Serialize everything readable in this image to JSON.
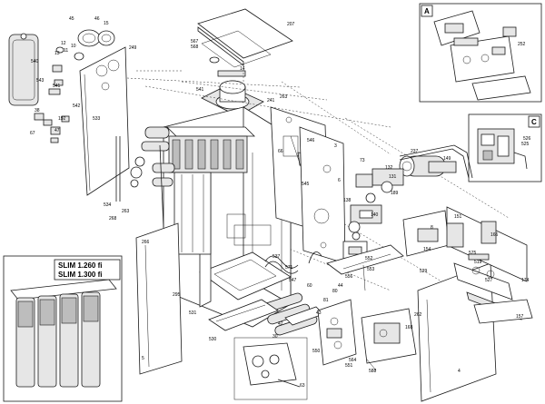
{
  "inset": {
    "title_line1": "SLIM 1.260 fi",
    "title_line2": "SLIM 1.300 fi"
  },
  "detail_boxes": [
    {
      "letter": "A"
    },
    {
      "letter": "C"
    }
  ],
  "labels": [
    {
      "key": "l_45",
      "text": "45"
    },
    {
      "key": "l_46",
      "text": "46"
    },
    {
      "key": "l_15",
      "text": "15"
    },
    {
      "key": "l_12",
      "text": "12"
    },
    {
      "key": "l_13",
      "text": "13"
    },
    {
      "key": "l_11",
      "text": "11"
    },
    {
      "key": "l_10",
      "text": "10"
    },
    {
      "key": "l_249",
      "text": "249"
    },
    {
      "key": "l_540",
      "text": "540"
    },
    {
      "key": "l_543",
      "text": "543"
    },
    {
      "key": "l_542",
      "text": "542"
    },
    {
      "key": "l_541a",
      "text": "541"
    },
    {
      "key": "l_533",
      "text": "533"
    },
    {
      "key": "l_38a",
      "text": "38"
    },
    {
      "key": "l_67",
      "text": "67"
    },
    {
      "key": "l_192",
      "text": "192"
    },
    {
      "key": "l_47",
      "text": "47"
    },
    {
      "key": "l_534",
      "text": "534"
    },
    {
      "key": "l_207",
      "text": "207"
    },
    {
      "key": "l_567",
      "text": "567"
    },
    {
      "key": "l_568",
      "text": "568"
    },
    {
      "key": "l_14",
      "text": "14"
    },
    {
      "key": "l_541b",
      "text": "541"
    },
    {
      "key": "l_241",
      "text": "241"
    },
    {
      "key": "l_263a",
      "text": "263"
    },
    {
      "key": "l_3",
      "text": "3"
    },
    {
      "key": "l_149",
      "text": "149"
    },
    {
      "key": "l_546",
      "text": "546"
    },
    {
      "key": "l_547",
      "text": "547"
    },
    {
      "key": "l_571",
      "text": "571"
    },
    {
      "key": "l_537",
      "text": "537"
    },
    {
      "key": "l_263b",
      "text": "263"
    },
    {
      "key": "l_268",
      "text": "268"
    },
    {
      "key": "l_266",
      "text": "266"
    },
    {
      "key": "l_295",
      "text": "295"
    },
    {
      "key": "l_531",
      "text": "531"
    },
    {
      "key": "l_530",
      "text": "530"
    },
    {
      "key": "l_5",
      "text": "5"
    },
    {
      "key": "l_30",
      "text": "30"
    },
    {
      "key": "l_42",
      "text": "42"
    },
    {
      "key": "l_43",
      "text": "43"
    },
    {
      "key": "l_552",
      "text": "552"
    },
    {
      "key": "l_553",
      "text": "553"
    },
    {
      "key": "l_550",
      "text": "550"
    },
    {
      "key": "l_551",
      "text": "551"
    },
    {
      "key": "l_588",
      "text": "588"
    },
    {
      "key": "l_4",
      "text": "4"
    },
    {
      "key": "l_157",
      "text": "157"
    },
    {
      "key": "l_174",
      "text": "174"
    },
    {
      "key": "l_151",
      "text": "151"
    },
    {
      "key": "l_154",
      "text": "154"
    },
    {
      "key": "l_166",
      "text": "166"
    },
    {
      "key": "l_527",
      "text": "527"
    },
    {
      "key": "l_519",
      "text": "519"
    },
    {
      "key": "l_526",
      "text": "526"
    },
    {
      "key": "l_575",
      "text": "575"
    },
    {
      "key": "l_140",
      "text": "140"
    },
    {
      "key": "l_138",
      "text": "138"
    },
    {
      "key": "l_189",
      "text": "189"
    },
    {
      "key": "l_132",
      "text": "132"
    },
    {
      "key": "l_131",
      "text": "131"
    },
    {
      "key": "l_73",
      "text": "73"
    },
    {
      "key": "l_237",
      "text": "237"
    },
    {
      "key": "l_529",
      "text": "529"
    },
    {
      "key": "l_66",
      "text": "66"
    },
    {
      "key": "l_6",
      "text": "6"
    },
    {
      "key": "l_545",
      "text": "545"
    },
    {
      "key": "l_556",
      "text": "556"
    },
    {
      "key": "l_81",
      "text": "81"
    },
    {
      "key": "l_80",
      "text": "80"
    },
    {
      "key": "l_44",
      "text": "44"
    },
    {
      "key": "l_60",
      "text": "60"
    },
    {
      "key": "l_262",
      "text": "262"
    },
    {
      "key": "l_168",
      "text": "168"
    },
    {
      "key": "l_564",
      "text": "564"
    },
    {
      "key": "l_63",
      "text": "63"
    },
    {
      "key": "l_525",
      "text": "525"
    },
    {
      "key": "l_252",
      "text": "252"
    },
    {
      "key": "l_8",
      "text": "8"
    }
  ]
}
